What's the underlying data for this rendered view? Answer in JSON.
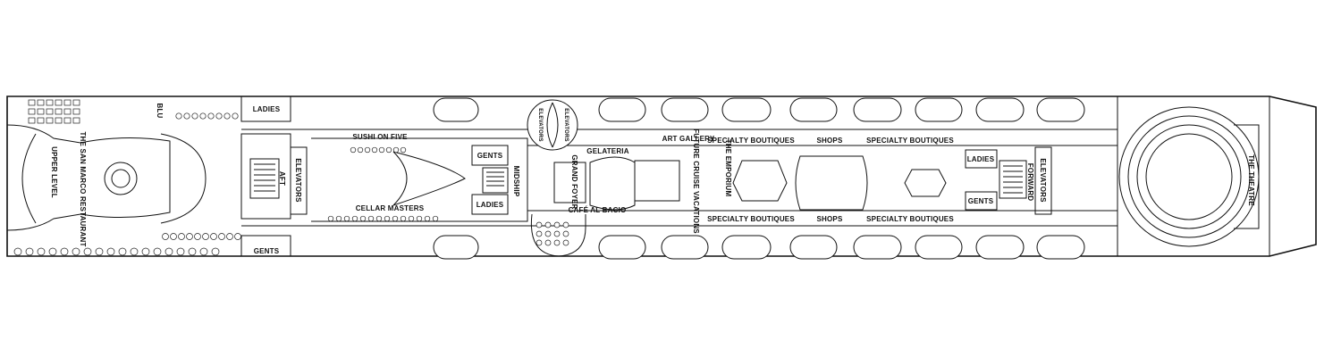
{
  "map": {
    "background": "#ffffff",
    "line_color": "#111111",
    "labels": {
      "upper_level": "UPPER LEVEL",
      "san_marco": "THE SAN MARCO RESTAURANT",
      "blu": "BLU",
      "ladies_aft": "LADIES",
      "gents_aft": "GENTS",
      "aft": "AFT",
      "elevators_aft": "ELEVATORS",
      "sushi": "SUSHI ON FIVE",
      "cellar": "CELLAR MASTERS",
      "gents_mid": "GENTS",
      "ladies_mid": "LADIES",
      "midship": "MIDSHIP",
      "elevators_round_1": "ELEVATORS",
      "elevators_round_2": "ELEVATORS",
      "gelateria": "GELATERIA",
      "grand_foyer": "GRAND FOYER",
      "cafe": "CAFÉ AL BACIO",
      "art_gallery": "ART GALLERY",
      "specialty_top_1": "SPECIALTY BOUTIQUES",
      "shops_top": "SHOPS",
      "specialty_top_2": "SPECIALTY BOUTIQUES",
      "specialty_bot_1": "SPECIALTY BOUTIQUES",
      "shops_bot": "SHOPS",
      "specialty_bot_2": "SPECIALTY BOUTIQUES",
      "future_cruise": "FUTURE CRUISE VACATIONS",
      "emporium": "THE EMPORIUM",
      "ladies_fwd": "LADIES",
      "gents_fwd": "GENTS",
      "forward": "FORWARD",
      "elevators_fwd": "ELEVATORS",
      "theatre": "THE THEATRE"
    }
  }
}
